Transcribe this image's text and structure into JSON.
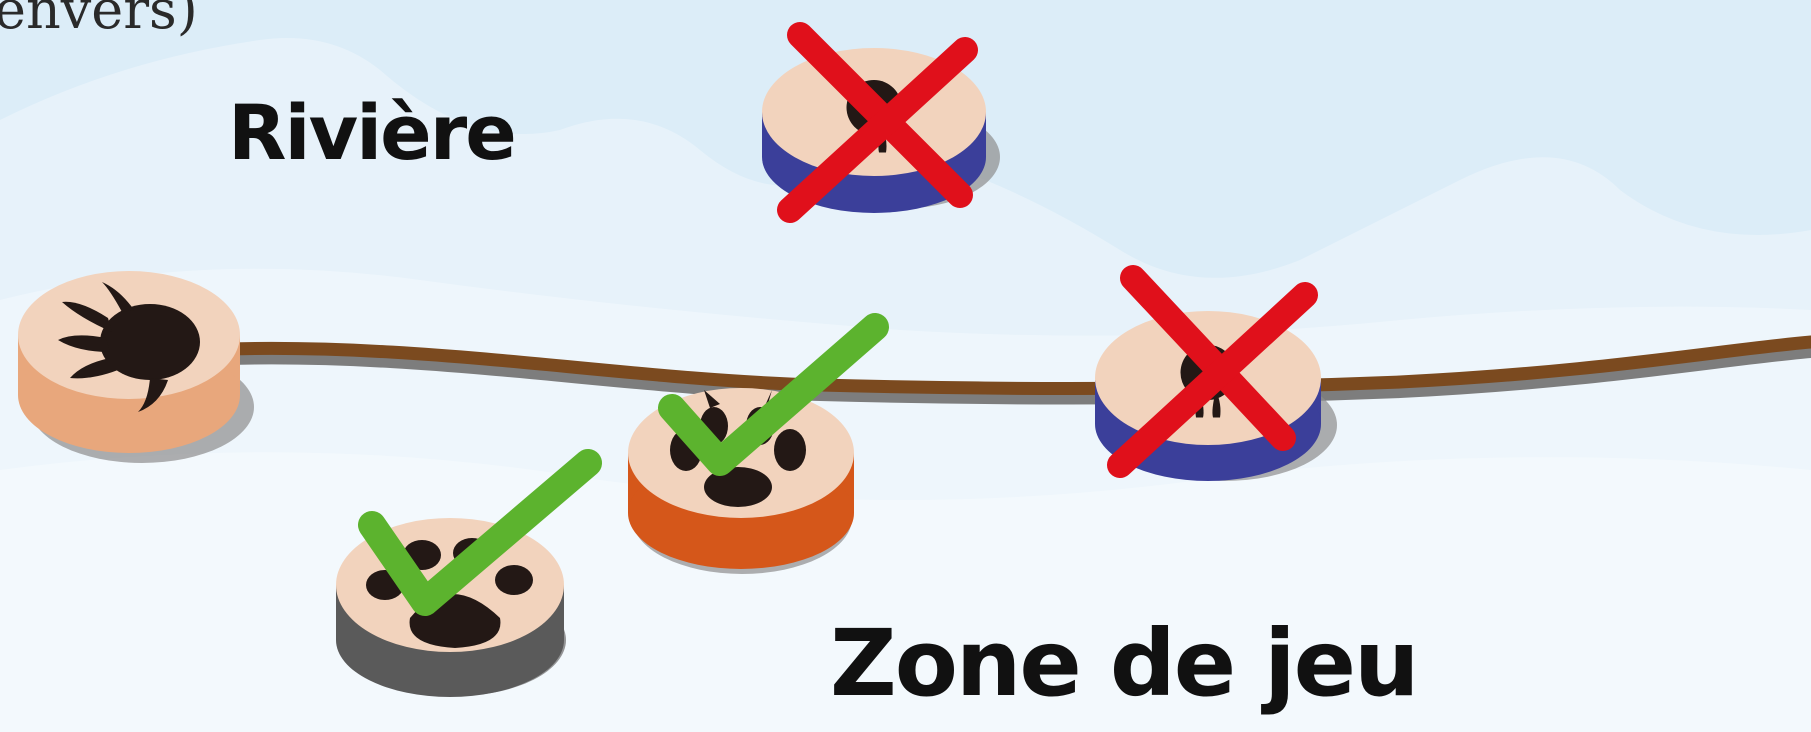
{
  "caption": "envers)",
  "labels": {
    "river": "Rivière",
    "play_zone": "Zone de jeu"
  },
  "colors": {
    "sky": "#dcedf8",
    "snow": "#f1f8fd",
    "mountain": "#e7f2fa",
    "river_line": "#7b4a1f",
    "token_face": "#f2d3bd",
    "token_edge_tan": "#e8a77c",
    "token_edge_orange": "#d5571a",
    "token_edge_blue": "#3b3f9a",
    "token_edge_grey": "#5a5a5a",
    "check": "#5cb32e",
    "cross": "#e0101b",
    "print": "#231815"
  },
  "tokens": [
    {
      "id": "hand-token",
      "print_icon": "handprint-icon",
      "edge": "tan",
      "mark": "none"
    },
    {
      "id": "river-token-top",
      "print_icon": "hoofprint-icon",
      "edge": "blue",
      "mark": "cross"
    },
    {
      "id": "river-token-right",
      "print_icon": "hoofprint-icon",
      "edge": "blue",
      "mark": "cross"
    },
    {
      "id": "zone-token-claw",
      "print_icon": "clawprint-icon",
      "edge": "orange",
      "mark": "check"
    },
    {
      "id": "zone-token-paw",
      "print_icon": "pawprint-icon",
      "edge": "grey",
      "mark": "check"
    }
  ]
}
